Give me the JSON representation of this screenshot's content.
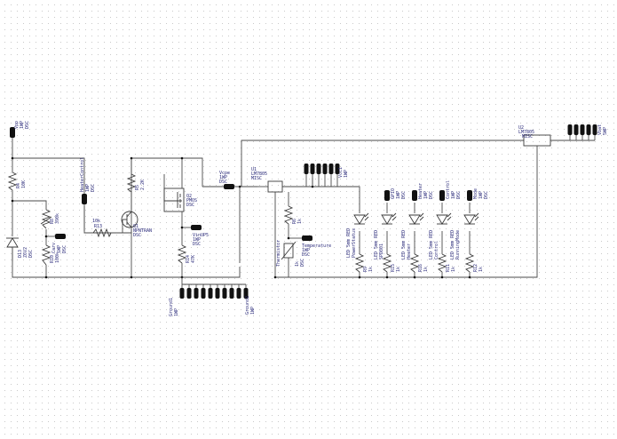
{
  "schematic": {
    "components": {
      "vpp": {
        "ref": "Vpp",
        "val": "1WP",
        "pkg": "DSC"
      },
      "r4": {
        "ref": "R4",
        "val": "10K"
      },
      "d13": {
        "ref": "D13",
        "val": "Z6V2",
        "pkg": "DSC"
      },
      "r8": {
        "ref": "R8",
        "val": "390k"
      },
      "carv": {
        "ref": "Carv",
        "val": "1WP",
        "pkg": "DSC"
      },
      "r10": {
        "ref": "R10",
        "val": "100k"
      },
      "heatercontrol": {
        "ref": "HeaterControl",
        "val": "1WP",
        "pkg": "DSC"
      },
      "r13": {
        "ref": "R13",
        "val": "10k"
      },
      "q1": {
        "ref": "Q1",
        "val": "NPNTRAN",
        "pkg": "DSC"
      },
      "r5": {
        "ref": "R5",
        "val": "2.2K"
      },
      "q2": {
        "ref": "Q2",
        "val": "PMOS",
        "pkg": "DSC"
      },
      "vin": {
        "ref": "VinUP5",
        "val": "1WP",
        "pkg": "DSC"
      },
      "r14": {
        "ref": "R14",
        "val": "47K"
      },
      "ground1": {
        "ref": "Ground1",
        "val": "1WP"
      },
      "ground2": {
        "ref": "Ground2",
        "val": "1WP"
      },
      "vcpe": {
        "ref": "Vcpe",
        "val": "1WP",
        "pkg": "DSC"
      },
      "u1": {
        "ref": "U1",
        "val": "LM7805",
        "pkg": "MISC"
      },
      "vcc": {
        "ref": "Vcc1",
        "val": "1WP"
      },
      "r6": {
        "ref": "R6",
        "val": "1k"
      },
      "thermistor": {
        "ref": "Thermistor",
        "val": "1k",
        "pkg": "DSC"
      },
      "temperature": {
        "ref": "Temperature",
        "val": "1WP",
        "pkg": "DSC"
      },
      "led1": {
        "ref": "LED 5mm RED",
        "val": "PowerStatus"
      },
      "r9": {
        "ref": "R9",
        "val": "1k"
      },
      "led2": {
        "ref": "LED 5mm RED",
        "val": "SPD801"
      },
      "r15": {
        "ref": "R15",
        "val": "1k"
      },
      "led3": {
        "ref": "LED 5mm RED",
        "val": "Heater"
      },
      "r16": {
        "ref": "R16",
        "val": "1k"
      },
      "led4": {
        "ref": "LED 5mm RED",
        "val": "Control"
      },
      "r11": {
        "ref": "R11",
        "val": "1k"
      },
      "led5": {
        "ref": "LED 5mm RED",
        "val": "RunningMode"
      },
      "r12": {
        "ref": "R12",
        "val": "1k"
      },
      "gpio": {
        "ref": "GPIO",
        "val": "1WP",
        "pkg": "DSC"
      },
      "heater": {
        "ref": "Heater",
        "val": "1WP",
        "pkg": "DSC"
      },
      "control1": {
        "ref": "Control",
        "val": "1WP",
        "pkg": "DSC"
      },
      "mode": {
        "ref": "Mode",
        "val": "1WP",
        "pkg": "DSC"
      },
      "u2": {
        "ref": "U2",
        "val": "LM7805",
        "pkg": "MISC"
      },
      "vbat": {
        "ref": "Vbat",
        "val": "5WP"
      }
    }
  }
}
